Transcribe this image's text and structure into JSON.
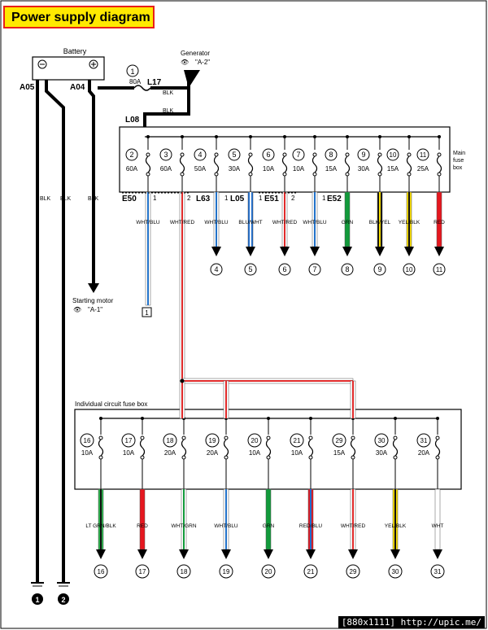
{
  "title": "Power supply diagram",
  "battery": {
    "label": "Battery",
    "neg_terminal": "A05",
    "pos_terminal": "A04"
  },
  "generator": {
    "label": "Generator",
    "ref": "\"A-2\""
  },
  "starting_motor": {
    "label": "Starting motor",
    "ref": "\"A-1\""
  },
  "main_fuse": {
    "num": "1",
    "rating": "80A"
  },
  "connectors": {
    "l17": "L17",
    "l08": "L08",
    "e50": "E50",
    "l63": "L63",
    "l05": "L05",
    "e51": "E51",
    "e52": "E52"
  },
  "blk": "BLK",
  "main_fuse_box": {
    "label_lines": [
      "Main",
      "fuse",
      "box"
    ],
    "fuses": [
      {
        "num": "2",
        "rating": "60A",
        "wire": "WHT/BLU",
        "colors": [
          "#2272c9",
          "#ffffff"
        ]
      },
      {
        "num": "3",
        "rating": "60A",
        "wire": "WHT/RED",
        "colors": [
          "#e02a2a",
          "#ffffff"
        ]
      },
      {
        "num": "4",
        "rating": "50A",
        "wire": "WHT/BLU",
        "colors": [
          "#2272c9",
          "#ffffff"
        ],
        "dest": "4"
      },
      {
        "num": "5",
        "rating": "30A",
        "wire": "BLU/WHT",
        "colors": [
          "#ffffff",
          "#1e6fd0"
        ],
        "dest": "5"
      },
      {
        "num": "6",
        "rating": "10A",
        "wire": "WHT/RED",
        "colors": [
          "#e02a2a",
          "#ffffff"
        ],
        "dest": "6"
      },
      {
        "num": "7",
        "rating": "10A",
        "wire": "WHT/BLU",
        "colors": [
          "#2272c9",
          "#ffffff"
        ],
        "dest": "7"
      },
      {
        "num": "8",
        "rating": "15A",
        "wire": "GRN",
        "colors": [
          "#129a3b",
          "#129a3b"
        ],
        "dest": "8"
      },
      {
        "num": "9",
        "rating": "30A",
        "wire": "BLK/YEL",
        "colors": [
          "#f6dc00",
          "#111111"
        ],
        "dest": "9"
      },
      {
        "num": "10",
        "rating": "15A",
        "wire": "YEL/BLK",
        "colors": [
          "#111111",
          "#f6dc00"
        ],
        "dest": "10"
      },
      {
        "num": "11",
        "rating": "25A",
        "wire": "RED",
        "colors": [
          "#e5171f",
          "#e5171f"
        ],
        "dest": "11"
      }
    ],
    "pin_labels": [
      "1",
      "2",
      "1",
      "1",
      "2",
      "1"
    ],
    "feed_dest": "1"
  },
  "individual_fuse_box": {
    "label": "Individual circuit fuse box",
    "fuses": [
      {
        "num": "16",
        "rating": "10A",
        "wire": "LT GRN/BLK",
        "colors": [
          "#111111",
          "#2bb24c"
        ],
        "dest": "16"
      },
      {
        "num": "17",
        "rating": "10A",
        "wire": "RED",
        "colors": [
          "#e5171f",
          "#e5171f"
        ],
        "dest": "17"
      },
      {
        "num": "18",
        "rating": "20A",
        "wire": "WHT/GRN",
        "colors": [
          "#129a3b",
          "#ffffff"
        ],
        "dest": "18"
      },
      {
        "num": "19",
        "rating": "20A",
        "wire": "WHT/BLU",
        "colors": [
          "#2272c9",
          "#ffffff"
        ],
        "dest": "19"
      },
      {
        "num": "20",
        "rating": "10A",
        "wire": "GRN",
        "colors": [
          "#129a3b",
          "#129a3b"
        ],
        "dest": "20"
      },
      {
        "num": "21",
        "rating": "10A",
        "wire": "RED/BLU",
        "colors": [
          "#1e6fd0",
          "#e5171f"
        ],
        "dest": "21"
      },
      {
        "num": "29",
        "rating": "15A",
        "wire": "WHT/RED",
        "colors": [
          "#e02a2a",
          "#ffffff"
        ],
        "dest": "29"
      },
      {
        "num": "30",
        "rating": "30A",
        "wire": "YEL/BLK",
        "colors": [
          "#111111",
          "#f6dc00"
        ],
        "dest": "30"
      },
      {
        "num": "31",
        "rating": "20A",
        "wire": "WHT",
        "colors": [
          "#ffffff",
          "#ffffff"
        ],
        "dest": "31"
      }
    ]
  },
  "grounds": [
    "1",
    "2"
  ],
  "watermark": "[880x1111] http://upic.me/"
}
